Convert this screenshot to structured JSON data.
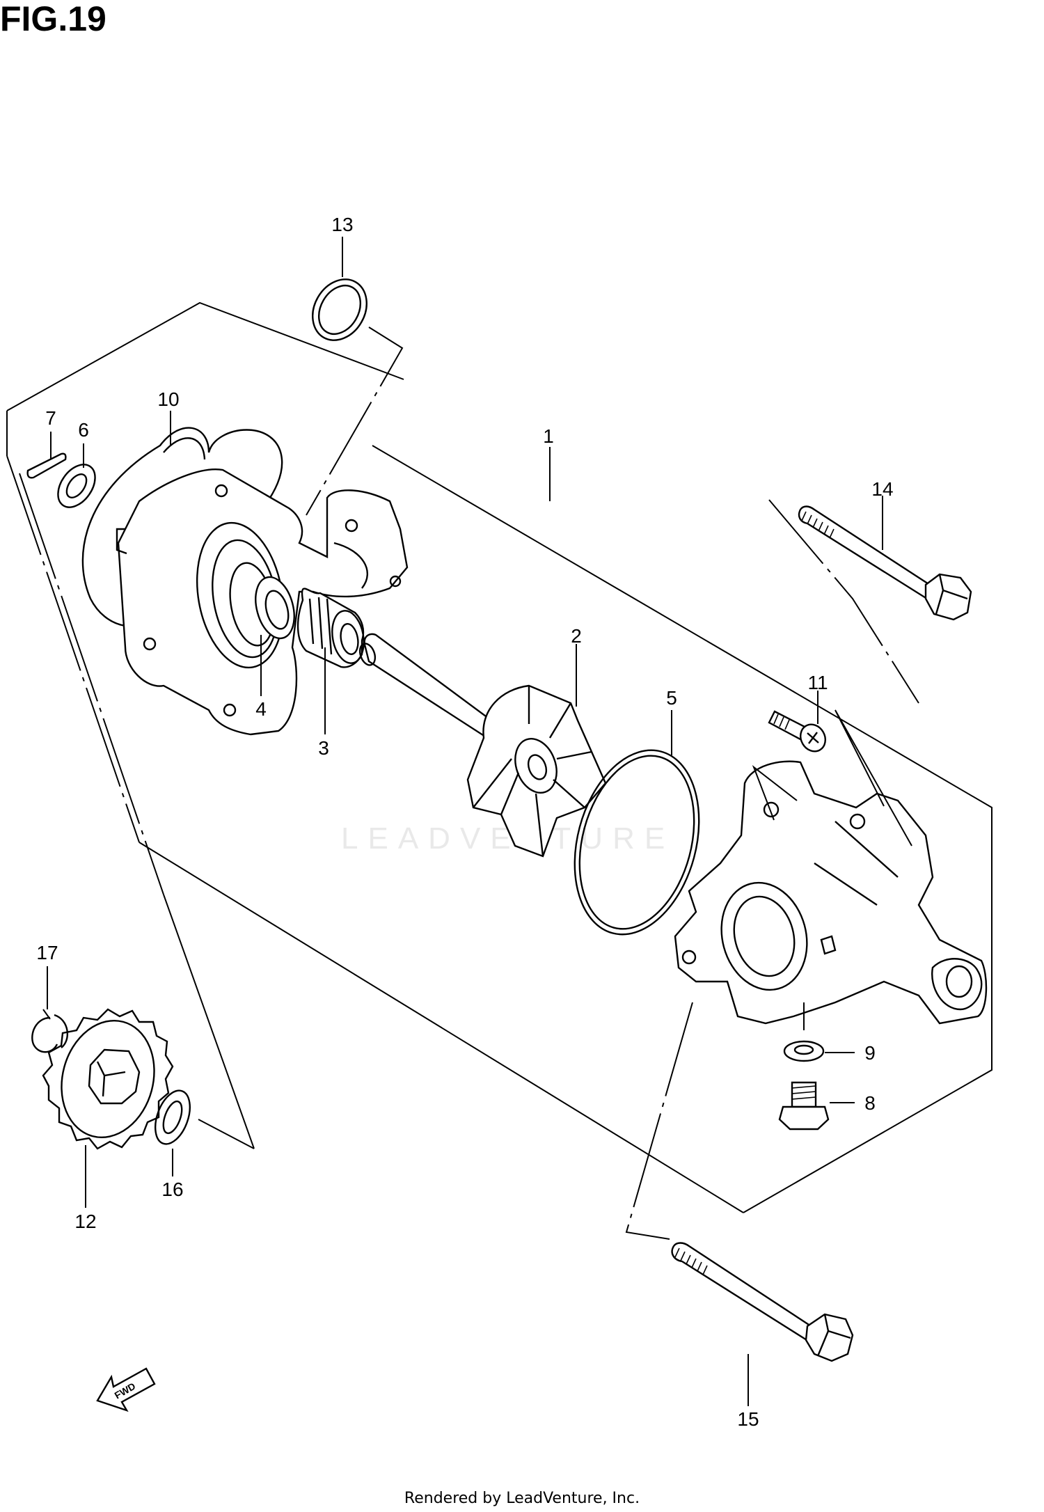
{
  "figure_title": "FIG.19",
  "watermark": "LEADVENTURE",
  "footer": "Rendered by LeadVenture, Inc.",
  "direction_arrow": {
    "label": "FWD"
  },
  "callouts": [
    {
      "id": "1",
      "text": "1"
    },
    {
      "id": "2",
      "text": "2"
    },
    {
      "id": "3",
      "text": "3"
    },
    {
      "id": "4",
      "text": "4"
    },
    {
      "id": "5",
      "text": "5"
    },
    {
      "id": "6",
      "text": "6"
    },
    {
      "id": "7",
      "text": "7"
    },
    {
      "id": "8",
      "text": "8"
    },
    {
      "id": "9",
      "text": "9"
    },
    {
      "id": "10",
      "text": "10"
    },
    {
      "id": "11",
      "text": "11"
    },
    {
      "id": "12",
      "text": "12"
    },
    {
      "id": "13",
      "text": "13"
    },
    {
      "id": "14",
      "text": "14"
    },
    {
      "id": "15",
      "text": "15"
    },
    {
      "id": "16",
      "text": "16"
    },
    {
      "id": "17",
      "text": "17"
    }
  ]
}
